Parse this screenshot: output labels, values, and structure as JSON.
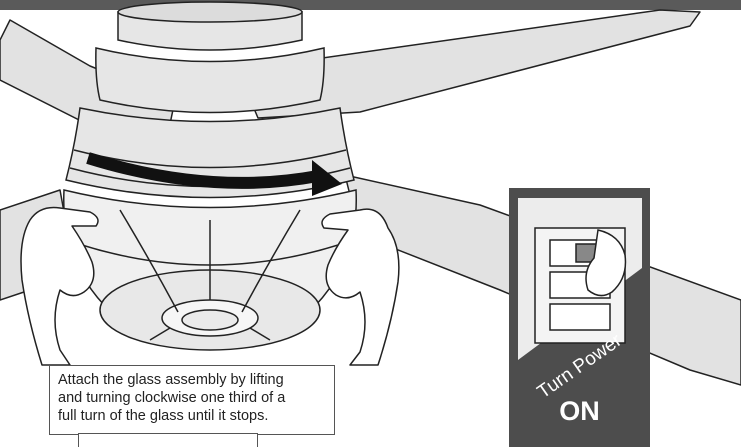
{
  "caption": {
    "lines": [
      "Attach the glass assembly by lifting",
      "and turning clockwise one third of a",
      "full turn of the glass until it stops."
    ]
  },
  "power": {
    "label": "Turn Power",
    "state": "ON"
  },
  "colors": {
    "top_bar": "#5a5a5a",
    "inset_dark": "#4d4d4d",
    "panel": "#ececec",
    "blade": "#e0e0e0",
    "line": "#222222"
  }
}
